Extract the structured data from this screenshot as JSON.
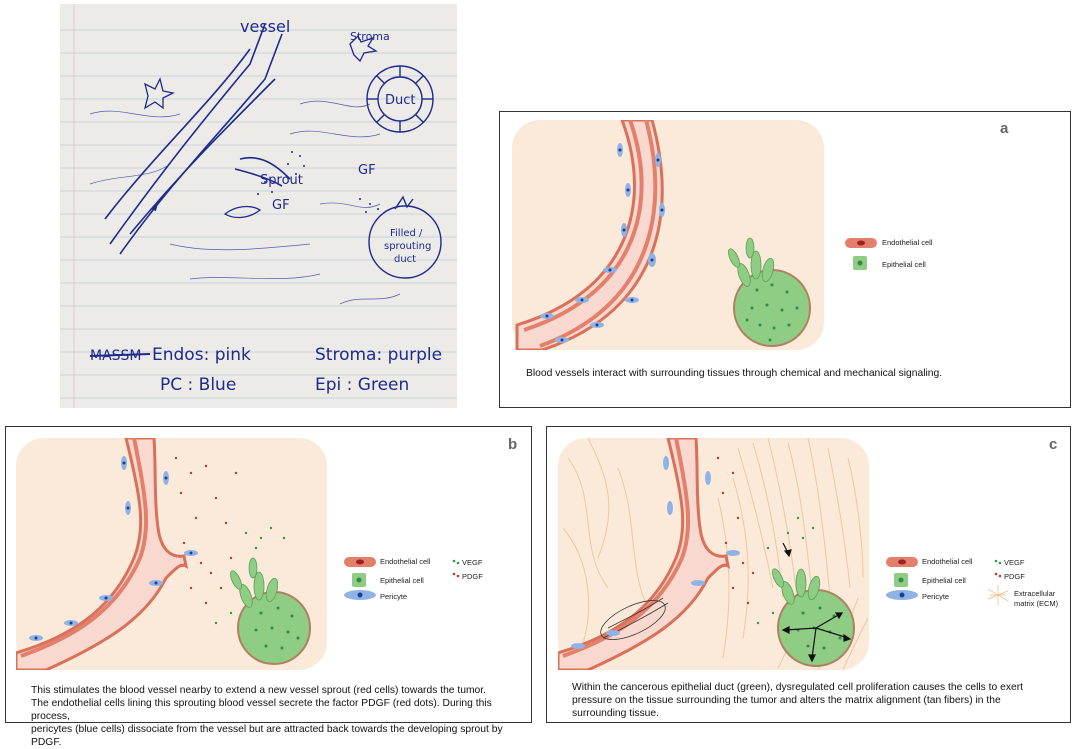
{
  "sketch": {
    "labels": {
      "vessel": "vessel",
      "stroma": "Stroma",
      "duct": "Duct",
      "sprout": "Sprout",
      "gf_upper": "GF",
      "gf_lower": "GF",
      "filled_duct_line1": "Filled /",
      "filled_duct_line2": "sprouting",
      "filled_duct_line3": "duct",
      "key_endos": "Endos: pink",
      "key_pc": "PC : Blue",
      "key_stroma": "Stroma: purple",
      "key_epi": "Epi : Green",
      "struck_out": "MASSM"
    }
  },
  "panel_a": {
    "letter": "a",
    "caption": "Blood vessels interact with surrounding tissues through chemical and mechanical signaling.",
    "legend": {
      "endothelial": "Endothelial cell",
      "epithelial": "Epithelial cell"
    }
  },
  "panel_b": {
    "letter": "b",
    "caption_lines": [
      "This stimulates the blood vessel nearby to extend a new vessel sprout (red cells) towards the tumor.",
      "The endothelial cells lining this sprouting blood vessel secrete the factor PDGF (red dots). During this process,",
      "pericytes (blue cells) dissociate from the vessel but are attracted back towards the developing sprout by PDGF."
    ],
    "legend": {
      "endothelial": "Endothelial cell",
      "epithelial": "Epithelial cell",
      "pericyte": "Pericyte",
      "vegf": "VEGF",
      "pdgf": "PDGF"
    }
  },
  "panel_c": {
    "letter": "c",
    "caption_lines": [
      "Within the cancerous epithelial duct (green), dysregulated cell proliferation causes the cells to exert",
      "pressure on the tissue surrounding the tumor and alters the matrix alignment (tan fibers) in the",
      "surrounding tissue."
    ],
    "legend": {
      "endothelial": "Endothelial cell",
      "epithelial": "Epithelial cell",
      "pericyte": "Pericyte",
      "vegf": "VEGF",
      "pdgf": "PDGF",
      "ecm_line1": "Extracellular",
      "ecm_line2": "matrix (ECM)"
    }
  },
  "colors": {
    "tissue_bg": "#fbe9d9",
    "vessel_wall": "#d9705a",
    "vessel_lumen": "#f9d8cf",
    "endothelial": "#e3806c",
    "epithelial": "#8fcc84",
    "epithelial_dark": "#2e8b4a",
    "pericyte": "#8fb3e6",
    "pericyte_nucleus": "#1e3f8f",
    "vegf": "#2e9b3e",
    "pdgf": "#c0392b",
    "ecm": "#ecc9a0",
    "ink": "#1e2a8c"
  }
}
